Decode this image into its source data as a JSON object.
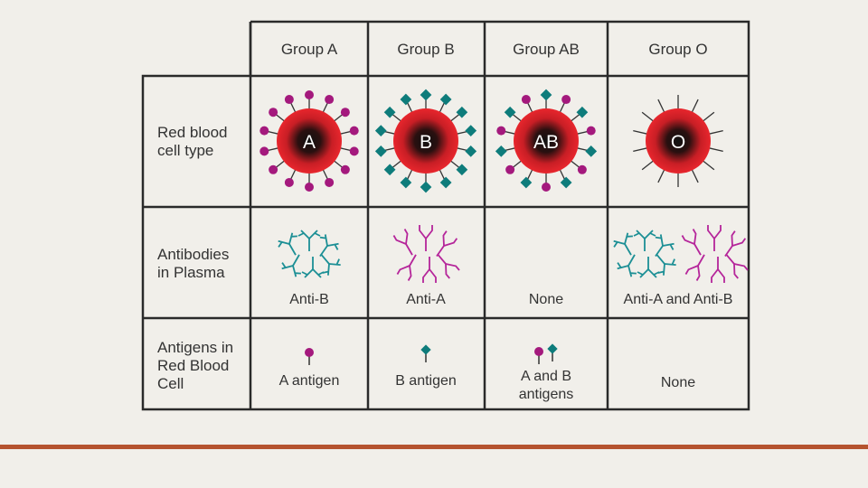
{
  "columns": [
    {
      "header": "Group A",
      "cell_letter": "A",
      "antibody_label": "Anti-B",
      "antigen_label": [
        "A antigen"
      ]
    },
    {
      "header": "Group B",
      "cell_letter": "B",
      "antibody_label": "Anti-A",
      "antigen_label": [
        "B antigen"
      ]
    },
    {
      "header": "Group AB",
      "cell_letter": "AB",
      "antibody_label": "None",
      "antigen_label": [
        "A and B",
        "antigens"
      ]
    },
    {
      "header": "Group O",
      "cell_letter": "O",
      "antibody_label": "Anti-A and Anti-B",
      "antigen_label": [
        "None"
      ]
    }
  ],
  "rows": [
    {
      "label": [
        "Red blood",
        "cell type"
      ]
    },
    {
      "label": [
        "Antibodies",
        "in Plasma"
      ]
    },
    {
      "label": [
        "Antigens in",
        "Red Blood",
        "Cell"
      ]
    }
  ],
  "colors": {
    "cell_red": "#e8262d",
    "antigen_a": "#a4197d",
    "antigen_b": "#0e7c7b",
    "antibody_teal": "#1c8f95",
    "antibody_magenta": "#b5259a",
    "grid": "#2a2a2a",
    "accent_rule": "#b5532f"
  }
}
